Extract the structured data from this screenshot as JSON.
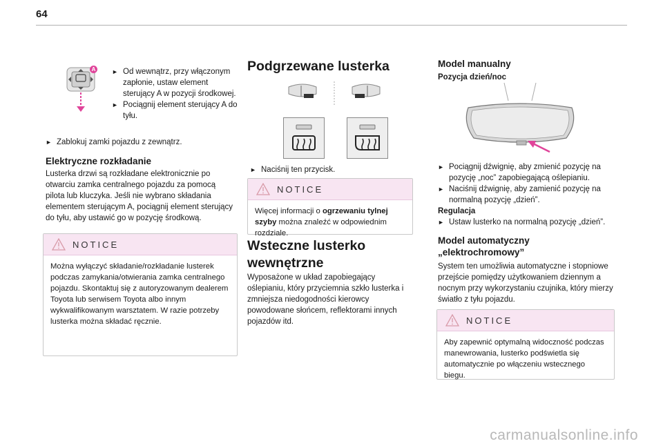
{
  "page_number": "64",
  "col1": {
    "steps_top": [
      "Od wewnątrz, przy włączonym zapłonie, ustaw element sterujący A w pozycji środkowej.",
      "Pociągnij element sterujący A do tyłu."
    ],
    "step_lock": "Zablokuj zamki pojazdu z zewnątrz.",
    "h_folding": "Elektryczne rozkładanie",
    "p_folding": "Lusterka drzwi są rozkładane elektronicznie po otwarciu zamka centralnego pojazdu za pomocą pilota lub kluczyka. Jeśli nie wybrano składania elementem sterującym A, pociągnij element sterujący do tyłu, aby ustawić go w pozycję środkową.",
    "notice_title": "NOTICE",
    "notice_text": "Można wyłączyć składanie/rozkładanie lusterek podczas zamykania/otwierania zamka centralnego pojazdu. Skontaktuj się z autoryzowanym dealerem Toyota lub serwisem Toyota albo innym wykwalifikowanym warsztatem. W razie potrzeby lusterka można składać ręcznie.",
    "callout_label": "A"
  },
  "col2": {
    "h_heated": "Podgrzewane lusterka",
    "step_press": "Naciśnij ten przycisk.",
    "notice_title": "NOTICE",
    "notice_pre": "Więcej informacji o ",
    "notice_bold": "ogrzewaniu tylnej szyby",
    "notice_post": " można znaleźć w odpowiednim rozdziale.",
    "h_interior_1": "Wsteczne lusterko",
    "h_interior_2": "wewnętrzne",
    "p_interior": "Wyposażone w układ zapobiegający oślepianiu, który przyciemnia szkło lusterka i zmniejsza niedogodności kierowcy powodowane słońcem, reflektorami innych pojazdów itd."
  },
  "col3": {
    "h_manual": "Model manualny",
    "sub_daynight": "Pozycja dzień/noc",
    "step_night": "Pociągnij dźwignię, aby zmienić pozycję na pozycję „noc” zapobiegającą oślepianiu.",
    "step_day": "Naciśnij dźwignię, aby zamienić pozycję na normalną pozycję „dzień”.",
    "sub_adjust": "Regulacja",
    "step_adjust": "Ustaw lusterko na normalną pozycję „dzień”.",
    "h_auto_1": "Model automatyczny",
    "h_auto_2": "„elektrochromowy”",
    "p_auto": "System ten umożliwia automatyczne i stopniowe przejście pomiędzy użytkowaniem dziennym a nocnym przy wykorzystaniu czujnika, który mierzy światło z tyłu pojazdu.",
    "notice_title": "NOTICE",
    "notice_text": "Aby zapewnić optymalną widoczność podczas manewrowania, lusterko podświetla się automatycznie po włączeniu wstecznego biegu."
  },
  "watermark": "carmanualsonline.info",
  "colors": {
    "notice_bg": "#f8e5f2",
    "accent_pink": "#e0449a",
    "warning_stroke": "#d89aa8"
  }
}
